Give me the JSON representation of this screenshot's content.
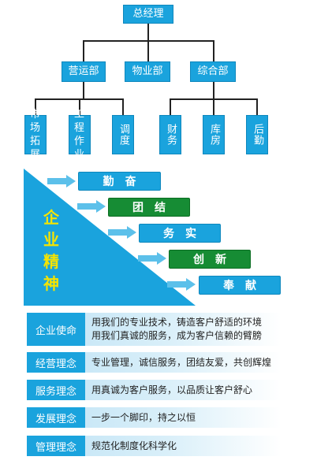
{
  "org": {
    "ceo": "总经理",
    "departments": [
      "营运部",
      "物业部",
      "综合部"
    ],
    "units": [
      "市场\n拓展",
      "工程\n作业",
      "调度",
      "财务",
      "库房",
      "后勤"
    ]
  },
  "spirit": {
    "title_chars": [
      "企",
      "业",
      "精",
      "神"
    ],
    "values": [
      "勤奋",
      "团结",
      "务实",
      "创新",
      "奉献"
    ]
  },
  "philosophy": [
    {
      "label": "企业使命",
      "text": "用我们的专业技术，铸造客户舒适的环境\n用我们真诚的服务，成为客户信赖的臂膀"
    },
    {
      "label": "经营理念",
      "text": "专业管理，诚信服务，团结友爱，共创辉煌"
    },
    {
      "label": "服务理念",
      "text": "用真诚为客户服务，以品质让客户舒心"
    },
    {
      "label": "发展理念",
      "text": "一步一个脚印，持之以恒"
    },
    {
      "label": "管理理念",
      "text": "规范化制度化科学化"
    }
  ],
  "colors": {
    "blue": "#1aa3dd",
    "green": "#168c34",
    "yellow": "#f5e400",
    "arrow": "#5cc0ea"
  }
}
